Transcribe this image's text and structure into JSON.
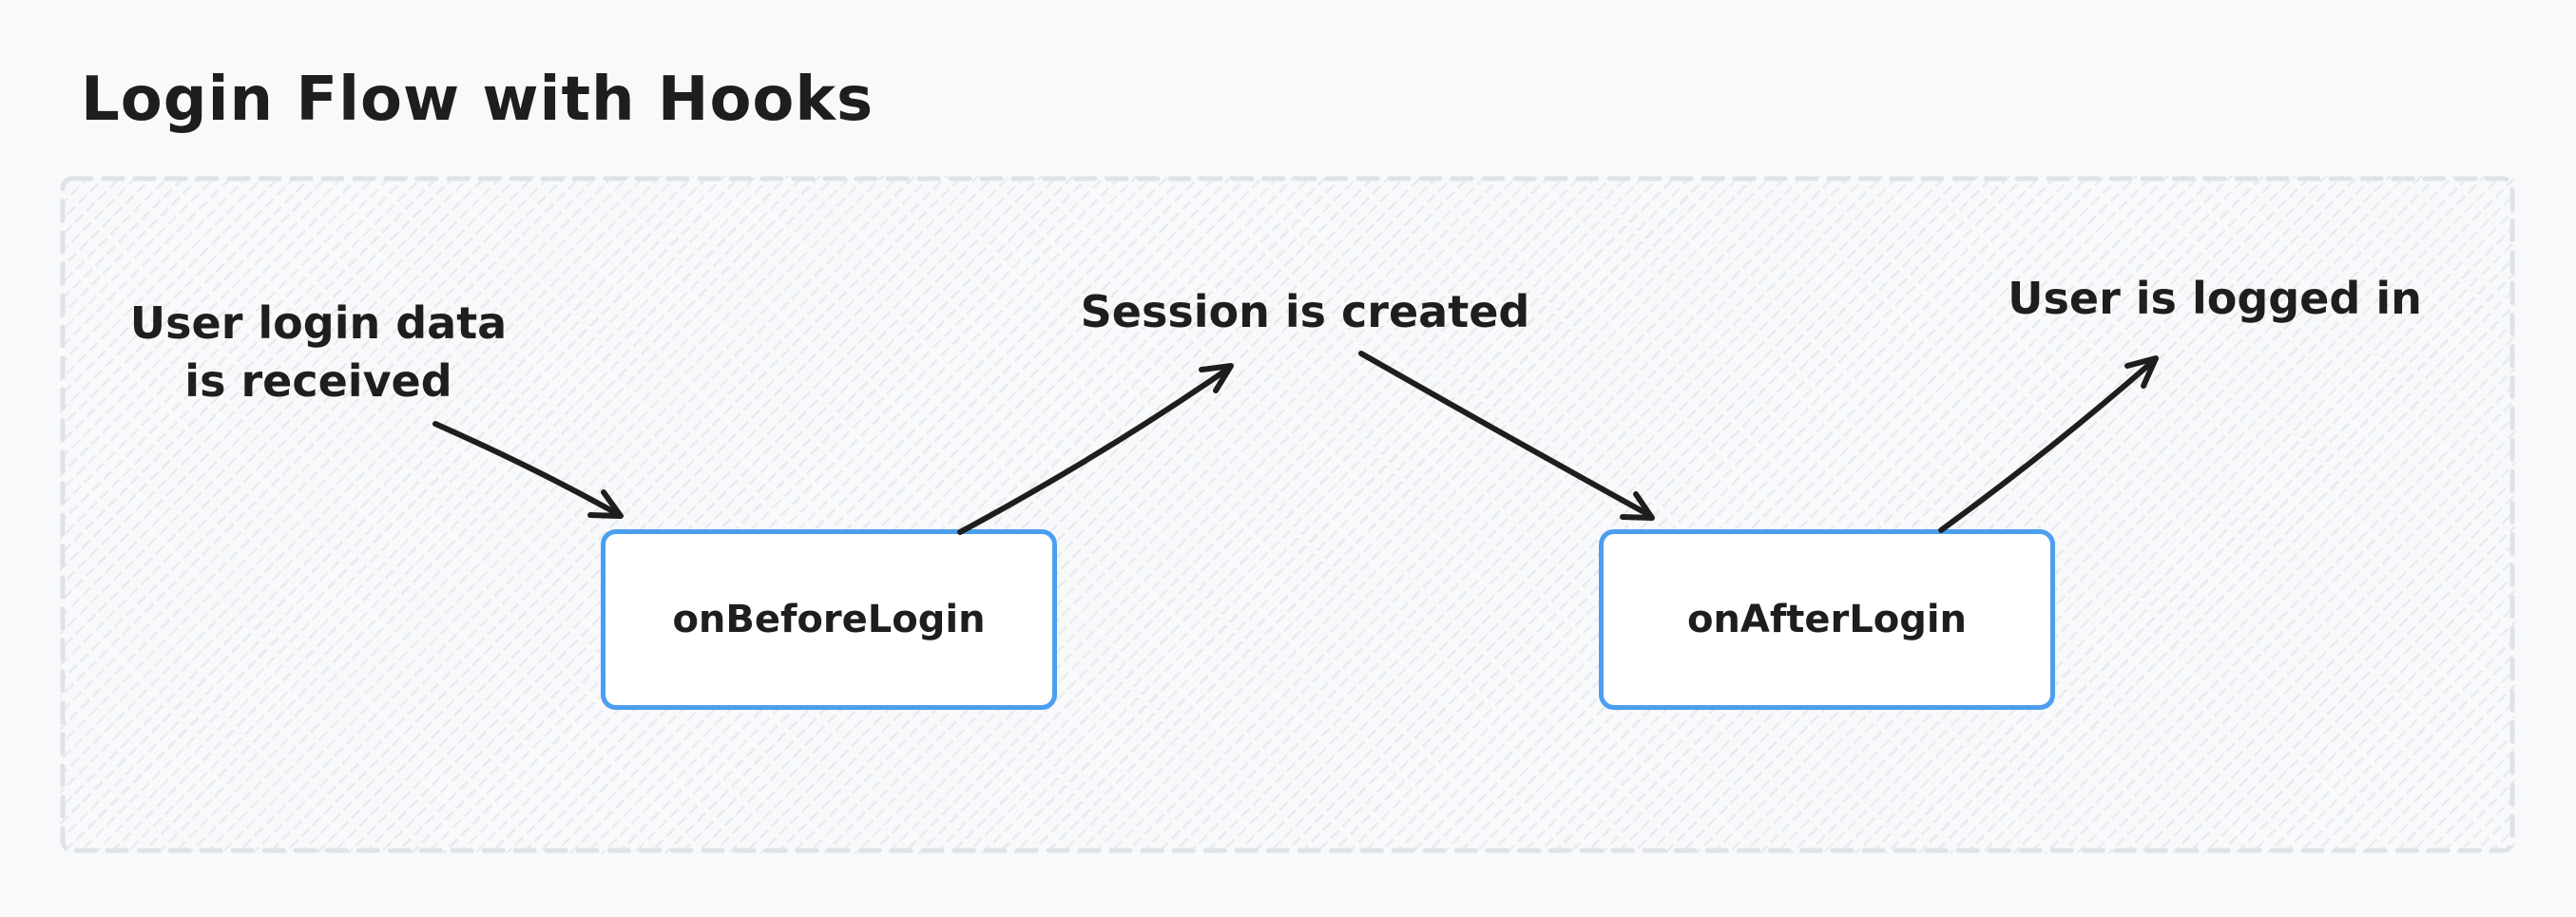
{
  "title": "Login Flow with Hooks",
  "diagram": {
    "labels": {
      "user_login": "User login data\nis received",
      "session_created": "Session is created",
      "user_logged_in": "User is logged in"
    },
    "nodes": [
      {
        "id": "onBeforeLogin",
        "label": "onBeforeLogin"
      },
      {
        "id": "onAfterLogin",
        "label": "onAfterLogin"
      }
    ],
    "edges": [
      {
        "from": "user-login-data-label",
        "to": "onBeforeLogin-node"
      },
      {
        "from": "onBeforeLogin-node",
        "to": "session-created-label"
      },
      {
        "from": "session-created-label",
        "to": "onAfterLogin-node"
      },
      {
        "from": "onAfterLogin-node",
        "to": "user-logged-in-label"
      }
    ],
    "colors": {
      "page_background": "#f8f9fa",
      "node_border": "#4b9ef0",
      "node_fill": "#ffffff",
      "text": "#1e1e1e",
      "arrow": "#1e1e1e",
      "container_border": "#dfe2e7",
      "hatch_line": "#e7eaee"
    }
  }
}
